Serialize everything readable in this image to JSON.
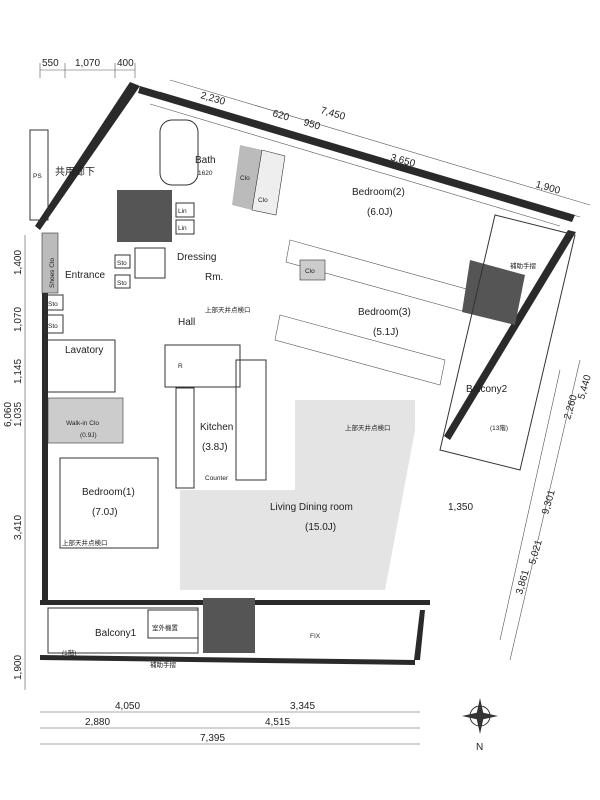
{
  "dimensions": {
    "top_left": [
      "550",
      "1,070",
      "400"
    ],
    "top_slant": [
      "2,230",
      "620",
      "950",
      "7,450",
      "3,650",
      "1,900"
    ],
    "left": [
      "1,400",
      "1,070",
      "1,145",
      "1,035",
      "6,060",
      "3,410",
      "1,900"
    ],
    "right": [
      "5,440",
      "2,260",
      "9,301",
      "5,021",
      "3,861"
    ],
    "right_small": "1,350",
    "bottom_row1": [
      "4,050",
      "3,345"
    ],
    "bottom_row2": [
      "2,880",
      "4,515"
    ],
    "bottom_total": "7,395"
  },
  "rooms": {
    "corridor": "共用廊下",
    "bath": "Bath",
    "bath_size": "1620",
    "bedroom2": "Bedroom(2)",
    "bedroom2_size": "(6.0J)",
    "bedroom3": "Bedroom(3)",
    "bedroom3_size": "(5.1J)",
    "dressing": "Dressing",
    "dressing_rm": "Rm.",
    "entrance": "Entrance",
    "hall": "Hall",
    "lavatory": "Lavatory",
    "walkin": "Walk-in Clo",
    "walkin_size": "(0.9J)",
    "kitchen": "Kitchen",
    "kitchen_size": "(3.8J)",
    "counter": "Counter",
    "bedroom1": "Bedroom(1)",
    "bedroom1_size": "(7.0J)",
    "living": "Living Dining room",
    "living_size": "(15.0J)",
    "balcony1": "Balcony1",
    "balcony2": "Balcony2"
  },
  "labels": {
    "clo_a": "Clo",
    "clo_b": "Clo",
    "clo_c": "Clo",
    "lin_a": "Lin",
    "lin_b": "Lin",
    "shoes": "Shoes Clo",
    "sto_a": "Sto",
    "sto_b": "Sto",
    "sto_c": "Sto",
    "sto_d": "Sto",
    "hatch1": "上部天井点検口",
    "hatch2": "上部天井点検口",
    "hatch3": "上部天井点検口",
    "handrail": "補助手摺",
    "fix": "FIX",
    "ps": "PS",
    "r_mark": "R",
    "balcony_note": "(1階)",
    "outdoor_unit": "室外機置",
    "floor_note": "(13階)",
    "aux_rail": "補助手摺",
    "compass": "N"
  }
}
